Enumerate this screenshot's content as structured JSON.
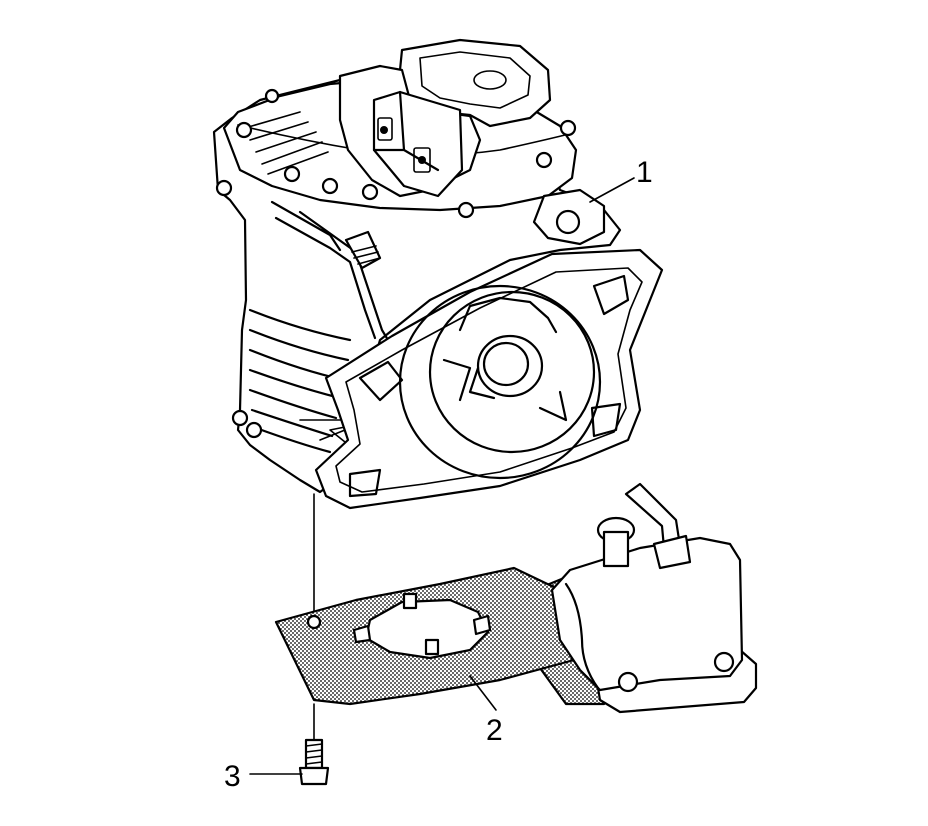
{
  "figure": {
    "background": "#ffffff",
    "line_color": "#000000",
    "parts": [
      {
        "callout": "1",
        "name": "main-housing"
      },
      {
        "callout": "2",
        "name": "mounting-bracket"
      },
      {
        "callout": "3",
        "name": "bolt"
      }
    ]
  }
}
